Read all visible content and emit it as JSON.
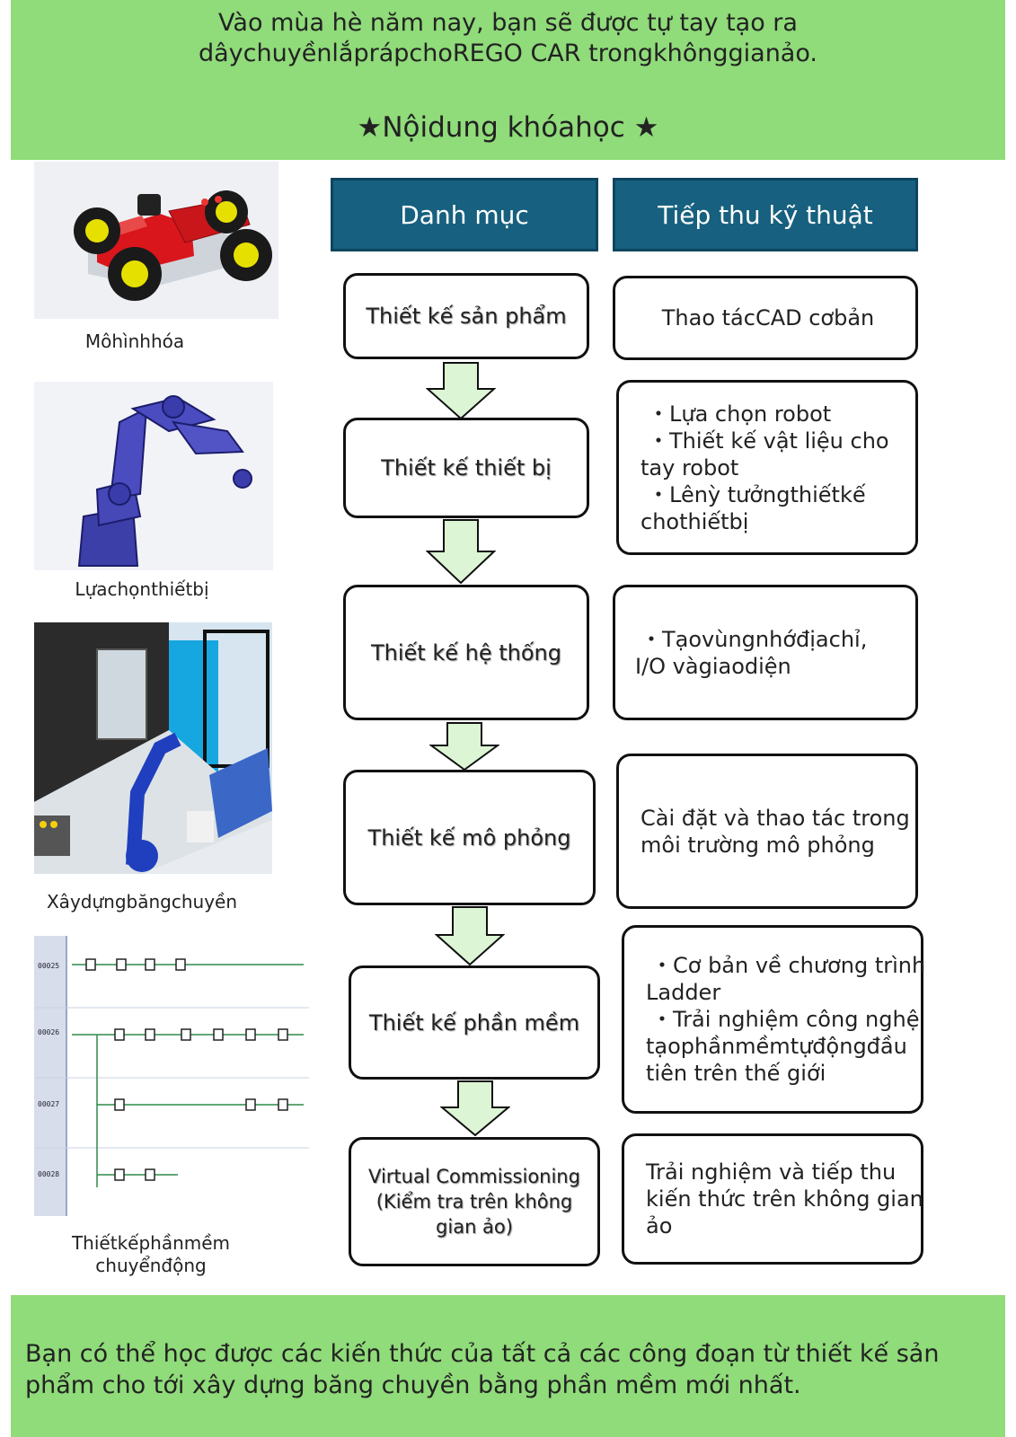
{
  "header": {
    "line1": "Vào mùa hè năm nay, bạn sẽ được tự tay tạo ra",
    "line2": "dâychuyềnlắprápchoREGO CAR trongkhônggianảo.",
    "section_title": "★Nộidung khóahọc ★"
  },
  "table_headers": {
    "category": "Danh mục",
    "technique": "Tiếp thu kỹ thuật"
  },
  "steps": [
    {
      "category": [
        "Thiết kế sản phẩm"
      ],
      "technique": [
        "Thao tácCAD cơbản"
      ],
      "image_caption": [
        "Môhìnhhóa"
      ]
    },
    {
      "category": [
        "Thiết kế thiết bị"
      ],
      "technique": [
        "・Lựa chọn robot",
        "・Thiết kế vật liệu cho",
        "tay robot",
        "・Lênỳ tưởngthiếtkế",
        "chothiếtbị"
      ],
      "image_caption": [
        "Lựachọnthiếtbị"
      ]
    },
    {
      "category": [
        "Thiết kế hệ thống"
      ],
      "technique": [
        "・Tạovùngnhớđịachỉ,",
        "I/O vàgiaodiện"
      ],
      "image_caption": [
        "Xâydựngbăngchuyền"
      ]
    },
    {
      "category": [
        "Thiết kế mô phỏng"
      ],
      "technique": [
        "Cài đặt và thao tác trong",
        "môi trường mô phỏng"
      ],
      "image_caption": [
        "Thiếtkếphầnmềm",
        "chuyểnđộng"
      ]
    },
    {
      "category": [
        "Thiết kế phần mềm"
      ],
      "technique": [
        "・Cơ bản về chương trình",
        "Ladder",
        "・Trải nghiệm công nghệ",
        "tạophầnmềmtựđộngđầu",
        "tiên trên thế giới"
      ]
    },
    {
      "category": [
        "Virtual Commissioning",
        "(Kiểm tra trên không",
        "gian ảo)"
      ],
      "technique": [
        "Trải nghiệm và tiếp thu",
        "kiến thức trên không gian",
        "ảo"
      ]
    }
  ],
  "images": {
    "ladder": {
      "step_labels": [
        "00025",
        "00026",
        "00027",
        "00028"
      ]
    }
  },
  "footer": {
    "text": "Bạn có thể học được các kiến thức của tất cả các công đoạn từ thiết kế sản phẩm cho tới xây dựng băng chuyền bằng phần mềm mới nhất."
  },
  "colors": {
    "banner": "#90db7a",
    "header_fill": "#17607f",
    "arrow_fill": "#dcf5d4"
  }
}
